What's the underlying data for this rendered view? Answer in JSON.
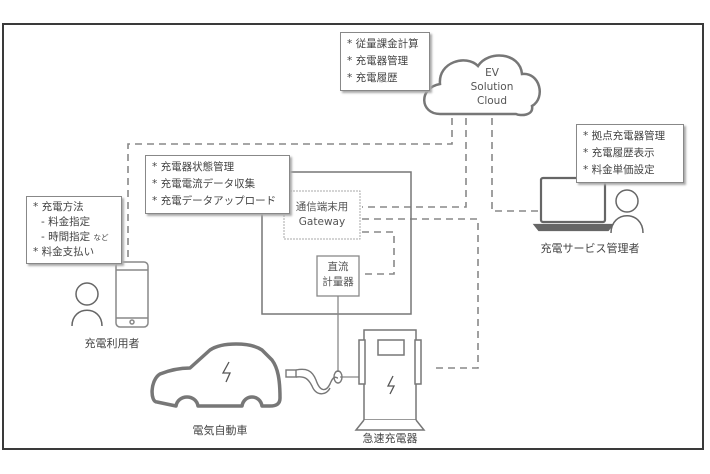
{
  "cloud": {
    "title_lines": [
      "EV",
      "Solution",
      "Cloud"
    ],
    "features": [
      "従量課金計算",
      "充電器管理",
      "充電履歴"
    ]
  },
  "gateway_box": {
    "features": [
      "充電器状態管理",
      "充電電流データ収集",
      "充電データアップロード"
    ],
    "gateway_line1": "通信端末用",
    "gateway_line2": "Gateway",
    "meter_line1": "直流",
    "meter_line2": "計量器"
  },
  "user": {
    "label": "充電利用者",
    "features": [
      {
        "bullet": "*",
        "text": "充電方法"
      },
      {
        "bullet": "-",
        "text": "料金指定"
      },
      {
        "bullet": "-",
        "text": "時間指定",
        "suffix": "など"
      },
      {
        "bullet": "*",
        "text": "料金支払い"
      }
    ]
  },
  "admin": {
    "label": "充電サービス管理者",
    "features": [
      "拠点充電器管理",
      "充電履歴表示",
      "料金単価設定"
    ]
  },
  "vehicle": {
    "label": "電気自動車"
  },
  "charger": {
    "label": "急速充電器"
  },
  "bullet": "*",
  "colors": {
    "line": "#777777",
    "frame": "#3a3a3a",
    "dash": "#888888"
  }
}
